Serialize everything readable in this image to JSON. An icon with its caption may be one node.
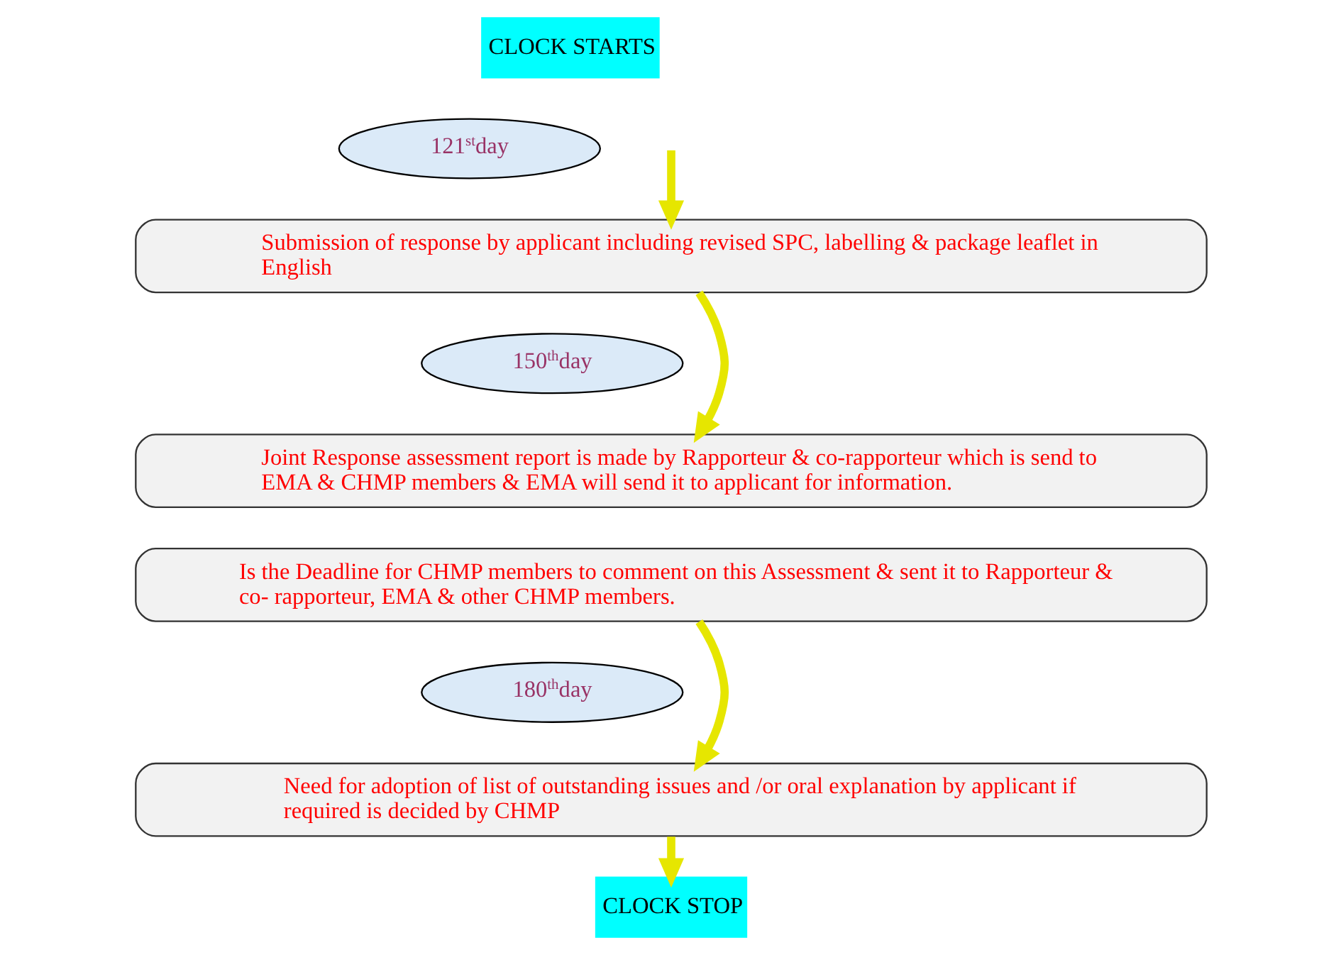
{
  "diagram": {
    "nodes": [
      {
        "text": [
          "CLOCK STARTS"
        ]
      },
      {
        "text": [
          "121$^{st}$day"
        ]
      },
      {
        "text": [
          "Submission of response by applicant including revised SPC, labelling & package leaflet in English"
        ]
      },
      {
        "text": [
          "150$^{th}$day"
        ]
      },
      {
        "text": [
          "Joint Response assessment report is made by Rapporteur & co-rapporteur which is send to EMA & CHMP members & EMA will send it to applicant for information."
        ]
      },
      {
        "text": [
          "Is the Deadline for CHMP members to comment on this Assessment & sent it to Rapporteur & co- rapporteur, EMA & other CHMP members."
        ]
      },
      {
        "text": [
          "180$^{th}$day"
        ]
      },
      {
        "text": [
          "Need for adoption of list of outstanding issues and /or oral explanation by applicant if required is decided by CHMP"
        ]
      },
      {
        "text": [
          "CLOCK STOP"
        ]
      }
    ],
    "edges": [
      {
        "from": null,
        "to": 2,
        "arrow": "to"
      },
      {
        "from": 2,
        "to": 4,
        "arrow": "to"
      },
      {
        "from": 5,
        "to": 7,
        "arrow": "to"
      },
      {
        "from": 7,
        "to": 8,
        "arrow": "to"
      }
    ]
  }
}
